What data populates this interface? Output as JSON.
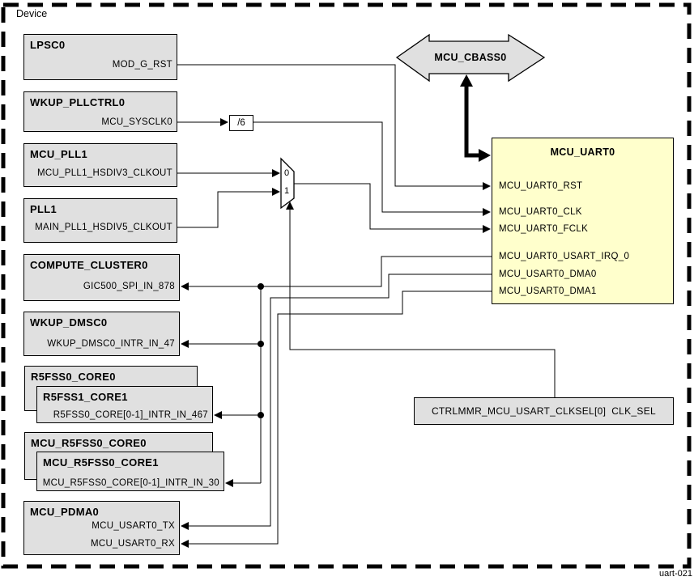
{
  "device_label": "Device",
  "figure_id": "uart-021",
  "colors": {
    "block_fill": "#e0e0e0",
    "uart_fill": "#ffffcc",
    "line": "#000000"
  },
  "blocks": {
    "lpsc0": {
      "title": "LPSC0",
      "port": "MOD_G_RST"
    },
    "wkup_pllctrl0": {
      "title": "WKUP_PLLCTRL0",
      "port": "MCU_SYSCLK0"
    },
    "mcu_pll1": {
      "title": "MCU_PLL1",
      "port": "MCU_PLL1_HSDIV3_CLKOUT"
    },
    "pll1": {
      "title": "PLL1",
      "port": "MAIN_PLL1_HSDIV5_CLKOUT"
    },
    "compute_cluster0": {
      "title": "COMPUTE_CLUSTER0",
      "port": "GIC500_SPI_IN_878"
    },
    "wkup_dmsc0": {
      "title": "WKUP_DMSC0",
      "port": "WKUP_DMSC0_INTR_IN_47"
    },
    "r5fss_back": {
      "title": "R5FSS0_CORE0"
    },
    "r5fss_front": {
      "title": "R5FSS1_CORE1",
      "port": "R5FSS0_CORE[0-1]_INTR_IN_467"
    },
    "mcu_r5fss_back": {
      "title": "MCU_R5FSS0_CORE0"
    },
    "mcu_r5fss_front": {
      "title": "MCU_R5FSS0_CORE1",
      "port": "MCU_R5FSS0_CORE[0-1]_INTR_IN_30"
    },
    "mcu_pdma0": {
      "title": "MCU_PDMA0",
      "port_tx": "MCU_USART0_TX",
      "port_rx": "MCU_USART0_RX"
    }
  },
  "divider": {
    "label": "/6"
  },
  "mux": {
    "input0": "0",
    "input1": "1"
  },
  "interconnect": {
    "label": "MCU_CBASS0"
  },
  "uart": {
    "title": "MCU_UART0",
    "ports": [
      "MCU_UART0_RST",
      "MCU_UART0_CLK",
      "MCU_UART0_FCLK",
      "MCU_UART0_USART_IRQ_0",
      "MCU_USART0_DMA0",
      "MCU_USART0_DMA1"
    ]
  },
  "ctrlmmr": {
    "register": "CTRLMMR_MCU_USART_CLKSEL[0]",
    "signal": "CLK_SEL"
  }
}
